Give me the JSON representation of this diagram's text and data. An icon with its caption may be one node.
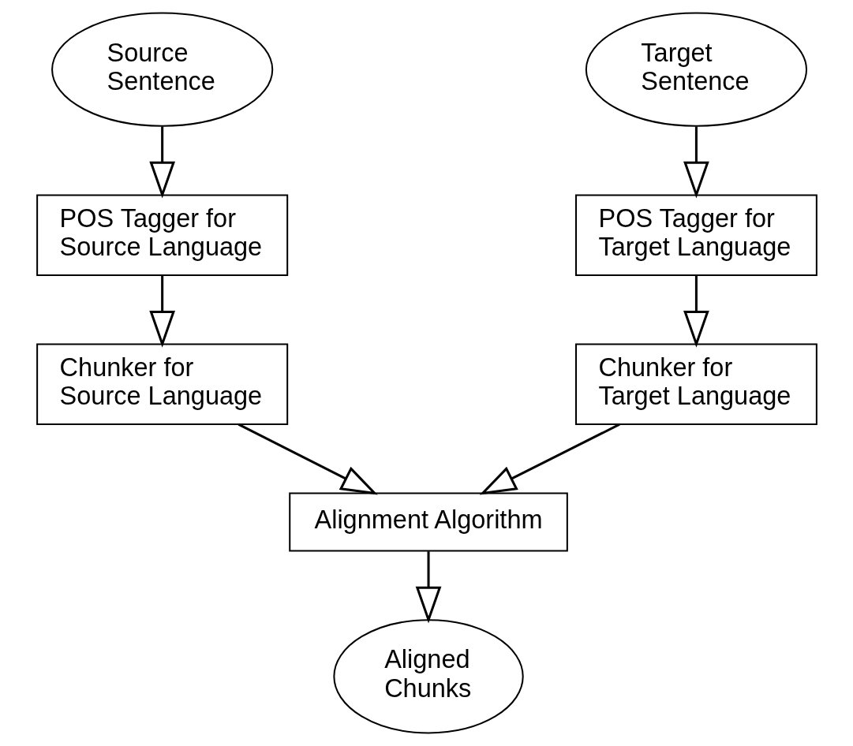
{
  "diagram": {
    "nodes": [
      {
        "text": [
          "Source Sentence"
        ]
      },
      {
        "text": [
          "Target Sentence"
        ]
      },
      {
        "text": [
          "POS Tagger for Source Language"
        ]
      },
      {
        "text": [
          "POS Tagger for Target Language"
        ]
      },
      {
        "text": [
          "Chunker for Source Language"
        ]
      },
      {
        "text": [
          "Chunker for Target Language"
        ]
      },
      {
        "text": [
          "Alignment Algorithm"
        ]
      },
      {
        "text": [
          "Aligned Chunks"
        ]
      }
    ],
    "edges": [
      {
        "from": 0,
        "to": 2,
        "arrow": "to"
      },
      {
        "from": 2,
        "to": 4,
        "arrow": "to"
      },
      {
        "from": 4,
        "to": 6,
        "arrow": "to"
      },
      {
        "from": 1,
        "to": 3,
        "arrow": "to"
      },
      {
        "from": 3,
        "to": 5,
        "arrow": "to"
      },
      {
        "from": 5,
        "to": 6,
        "arrow": "to"
      },
      {
        "from": 6,
        "to": 7,
        "arrow": "to"
      }
    ]
  }
}
